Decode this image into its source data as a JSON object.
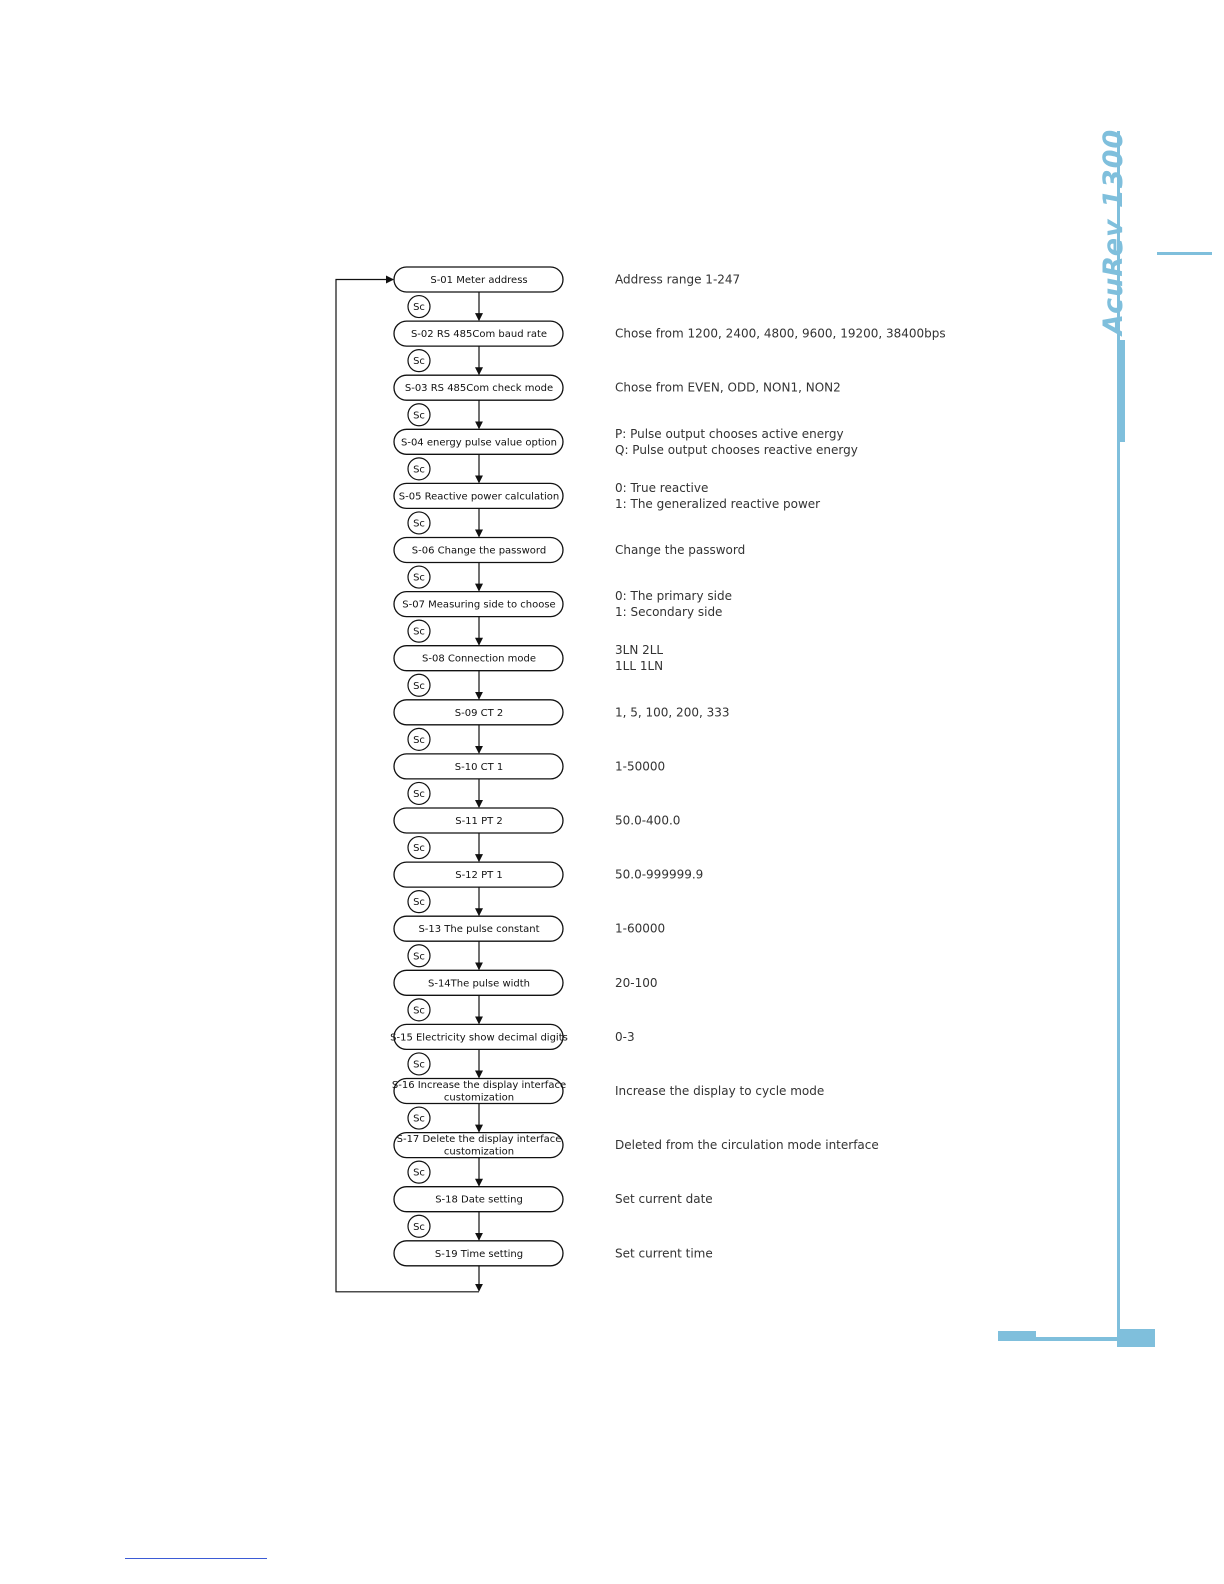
{
  "brand": {
    "text": "AcuRev 1300",
    "color": "#7fbfdc"
  },
  "diagram": {
    "sc_label": "Sc",
    "steps": [
      {
        "label": "S-01 Meter address",
        "desc": [
          "Address range 1-247"
        ]
      },
      {
        "label": "S-02 RS 485Com baud rate",
        "desc": [
          "Chose from 1200, 2400, 4800, 9600, 19200, 38400bps"
        ]
      },
      {
        "label": "S-03 RS 485Com check mode",
        "desc": [
          "Chose from EVEN, ODD, NON1, NON2"
        ]
      },
      {
        "label": "S-04 energy pulse value option",
        "desc": [
          "P: Pulse output chooses active energy",
          "Q: Pulse output chooses  reactive energy"
        ]
      },
      {
        "label": "S-05 Reactive power calculation",
        "desc": [
          "0: True reactive",
          "1: The generalized reactive power"
        ]
      },
      {
        "label": "S-06 Change the password",
        "desc": [
          "Change the password"
        ]
      },
      {
        "label": "S-07 Measuring side to choose",
        "desc": [
          "0: The primary side",
          "1: Secondary side"
        ]
      },
      {
        "label": "S-08 Connection mode",
        "desc": [
          "3LN  2LL",
          "1LL  1LN"
        ]
      },
      {
        "label": "S-09 CT 2",
        "desc": [
          "1, 5, 100, 200, 333"
        ]
      },
      {
        "label": "S-10 CT 1",
        "desc": [
          "1-50000"
        ]
      },
      {
        "label": "S-11 PT 2",
        "desc": [
          "50.0-400.0"
        ]
      },
      {
        "label": "S-12 PT 1",
        "desc": [
          "50.0-999999.9"
        ]
      },
      {
        "label": "S-13  The pulse constant",
        "desc": [
          "1-60000"
        ]
      },
      {
        "label": "S-14The pulse width",
        "desc": [
          "20-100"
        ]
      },
      {
        "label": "S-15 Electricity show decimal digits",
        "desc": [
          "0-3"
        ]
      },
      {
        "label": [
          "S-16 Increase the display interface",
          "customization"
        ],
        "desc": [
          "Increase the display to cycle mode"
        ]
      },
      {
        "label": [
          "S-17 Delete the display interface",
          "customization"
        ],
        "desc": [
          "Deleted from the circulation mode interface"
        ]
      },
      {
        "label": "S-18 Date setting",
        "desc": [
          "Set current date"
        ]
      },
      {
        "label": "S-19 Time setting",
        "desc": [
          "Set current time"
        ]
      }
    ]
  }
}
